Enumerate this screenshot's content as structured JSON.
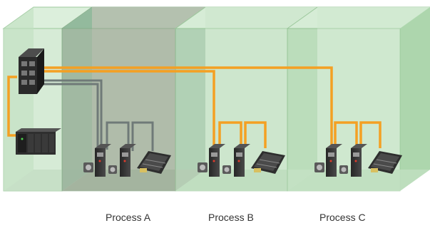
{
  "processes": [
    {
      "name": "Process A"
    },
    {
      "name": "Process B"
    },
    {
      "name": "Process C"
    }
  ],
  "colors": {
    "box_face": "#c9e6c9",
    "box_edge": "#86b886",
    "highlight_face": "#a9b8a3",
    "ethercat_cable": "#f4a023",
    "gray_cable": "#707a78"
  },
  "devices": {
    "controller": "plc-rack-icon",
    "switch": "ethernet-switch-icon",
    "drive": "servo-drive-icon",
    "motor": "servo-motor-icon",
    "io_terminal": "io-terminal-icon"
  }
}
